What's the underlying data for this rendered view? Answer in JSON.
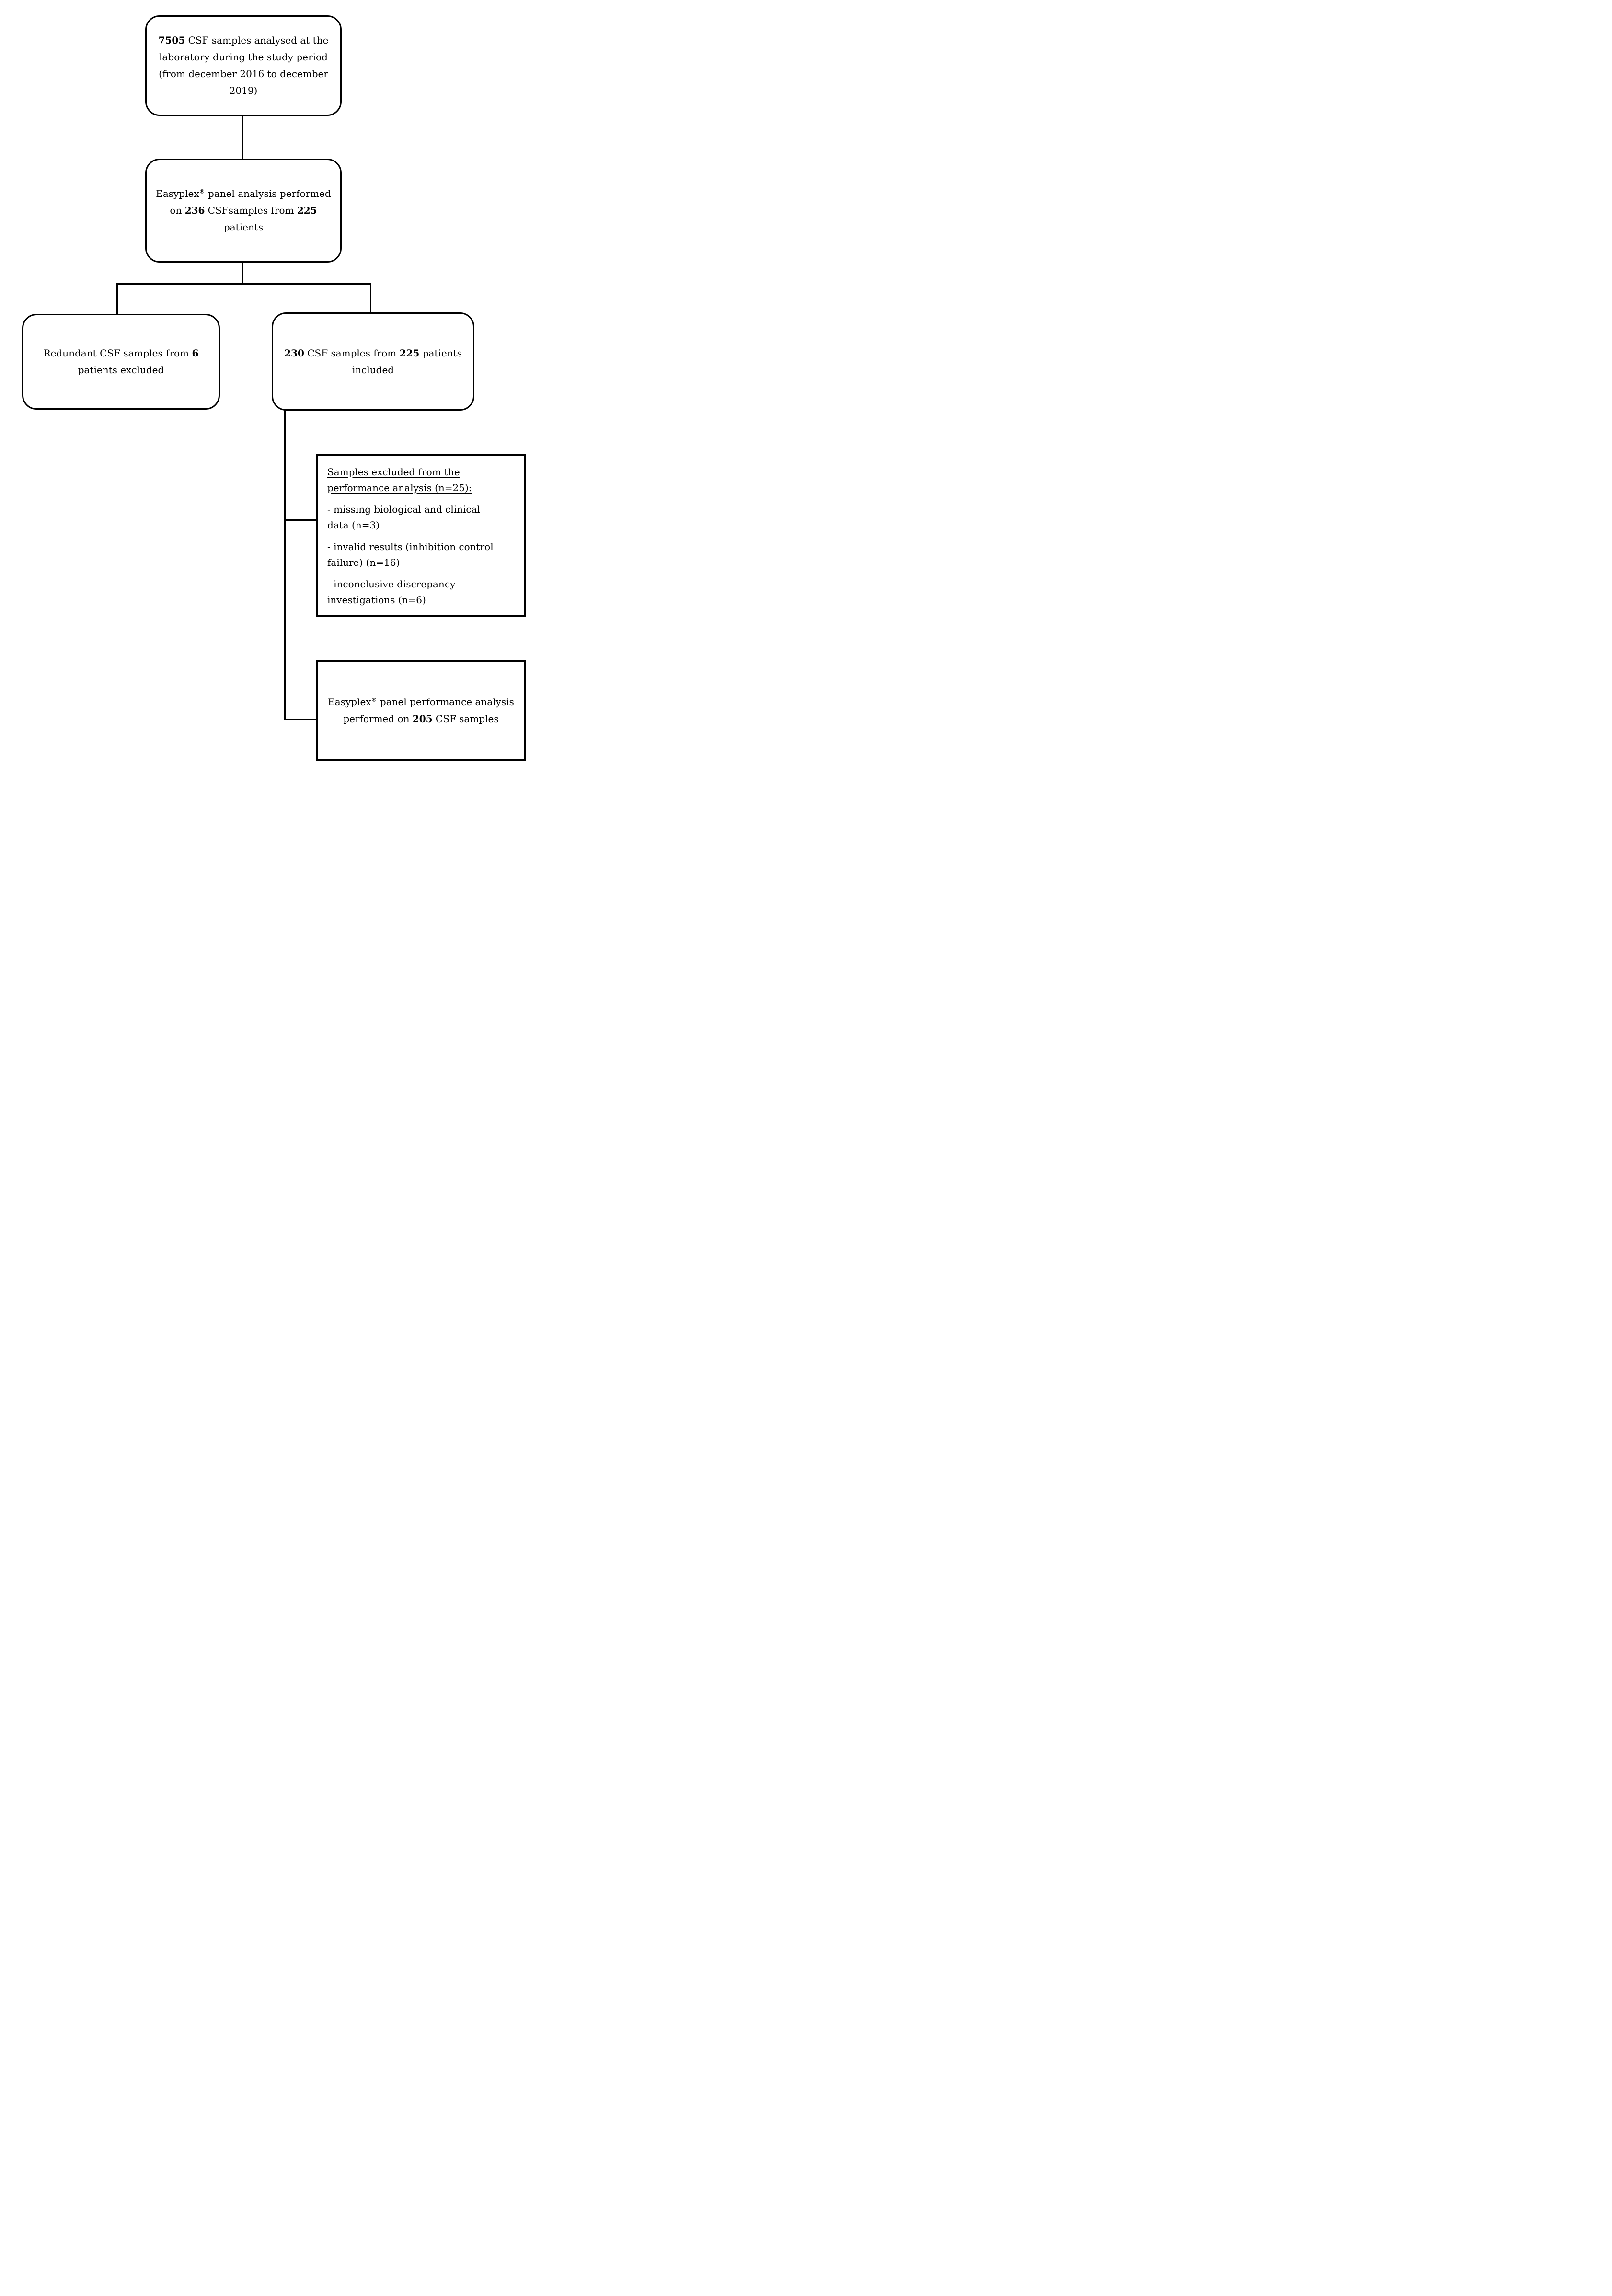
{
  "figure": {
    "background_color": "#ffffff",
    "line_color": "#000000"
  },
  "nodes": {
    "total": {
      "l1_bold": "7505",
      "l1_rest": " CSF samples analysed at the",
      "l2": "laboratory during the study period",
      "l3": "(from december 2016 to december",
      "l4": "2019)"
    },
    "analysis": {
      "l1_name": "Easyplex",
      "l1_reg": "®",
      "l1_rest": " panel analysis performed",
      "l2_pre": "on ",
      "l2_bold1": "236",
      "l2_mid": " CSFsamples from ",
      "l2_bold2": "225",
      "l3": "patients"
    },
    "redundant": {
      "l1_rest": "Redundant CSF samples from ",
      "l1_bold": "6",
      "l2": "patients excluded"
    },
    "included": {
      "l1_bold1": "230",
      "l1_mid": " CSF samples from ",
      "l1_bold2": "225",
      "l1_rest": " patients",
      "l2": "included"
    },
    "excluded": {
      "h1": "Samples excluded from the",
      "h2": "performance analysis (n=25):",
      "i1_l1": "- missing biological and clinical",
      "i1_l2": "data (n=3)",
      "i2_l1": "- invalid results (inhibition control",
      "i2_l2": "failure) (n=16)",
      "i3_l1": "- inconclusive discrepancy",
      "i3_l2": "investigations (n=6)"
    },
    "performance": {
      "l1_name": "Easyplex",
      "l1_reg": "®",
      "l1_rest": " panel performance analysis",
      "l2_pre": "performed on ",
      "l2_bold": "205",
      "l2_rest": " CSF samples"
    }
  }
}
